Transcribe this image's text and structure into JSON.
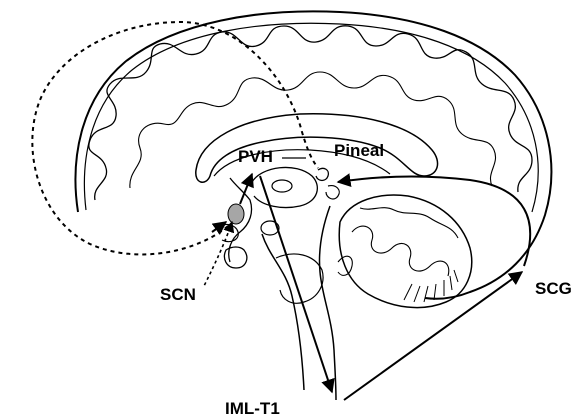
{
  "labels": {
    "pvh": "PVH",
    "pineal": "Pineal",
    "scn": "SCN",
    "scg": "SCG",
    "iml": "IML-T1"
  },
  "colors": {
    "line": "#000000",
    "scn_nucleus": "#a6a6a6",
    "background": "#ffffff"
  }
}
